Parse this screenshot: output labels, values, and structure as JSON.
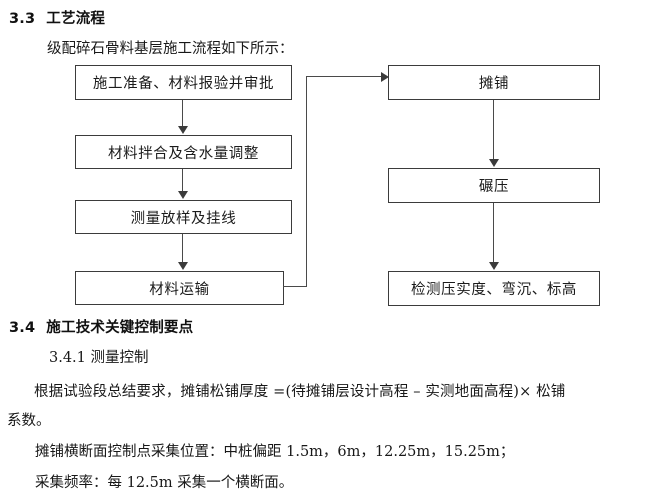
{
  "document": {
    "sections": [
      {
        "number": "3.3",
        "title": "工艺流程"
      },
      {
        "number": "3.4",
        "title": "施工技术关键控制要点"
      }
    ],
    "intro_paragraph": "级配碎石骨料基层施工流程如下所示：",
    "subsection": "3.4.1 测量控制",
    "body": {
      "line1": "根据试验段总结要求，摊铺松铺厚度 =(待摊铺层设计高程 – 实测地面高程)× 松铺",
      "line2": "系数。",
      "line3": "摊铺横断面控制点采集位置：中桩偏距 1.5m，6m，12.25m，15.25m；",
      "line4": "采集频率：每 12.5m 采集一个横断面。"
    }
  },
  "flowchart": {
    "left_column": [
      {
        "id": "prep",
        "label": "施工准备、材料报验并审批"
      },
      {
        "id": "mix",
        "label": "材料拌合及含水量调整"
      },
      {
        "id": "survey",
        "label": "测量放样及挂线"
      },
      {
        "id": "transport",
        "label": "材料运输"
      }
    ],
    "right_column": [
      {
        "id": "paving",
        "label": "摊铺"
      },
      {
        "id": "rolling",
        "label": "碾压"
      },
      {
        "id": "testing",
        "label": "检测压实度、弯沉、标高"
      }
    ],
    "colors": {
      "border": "#3b3b3b",
      "connector": "#4a4a4a",
      "node_fill": "#ffffff"
    }
  }
}
